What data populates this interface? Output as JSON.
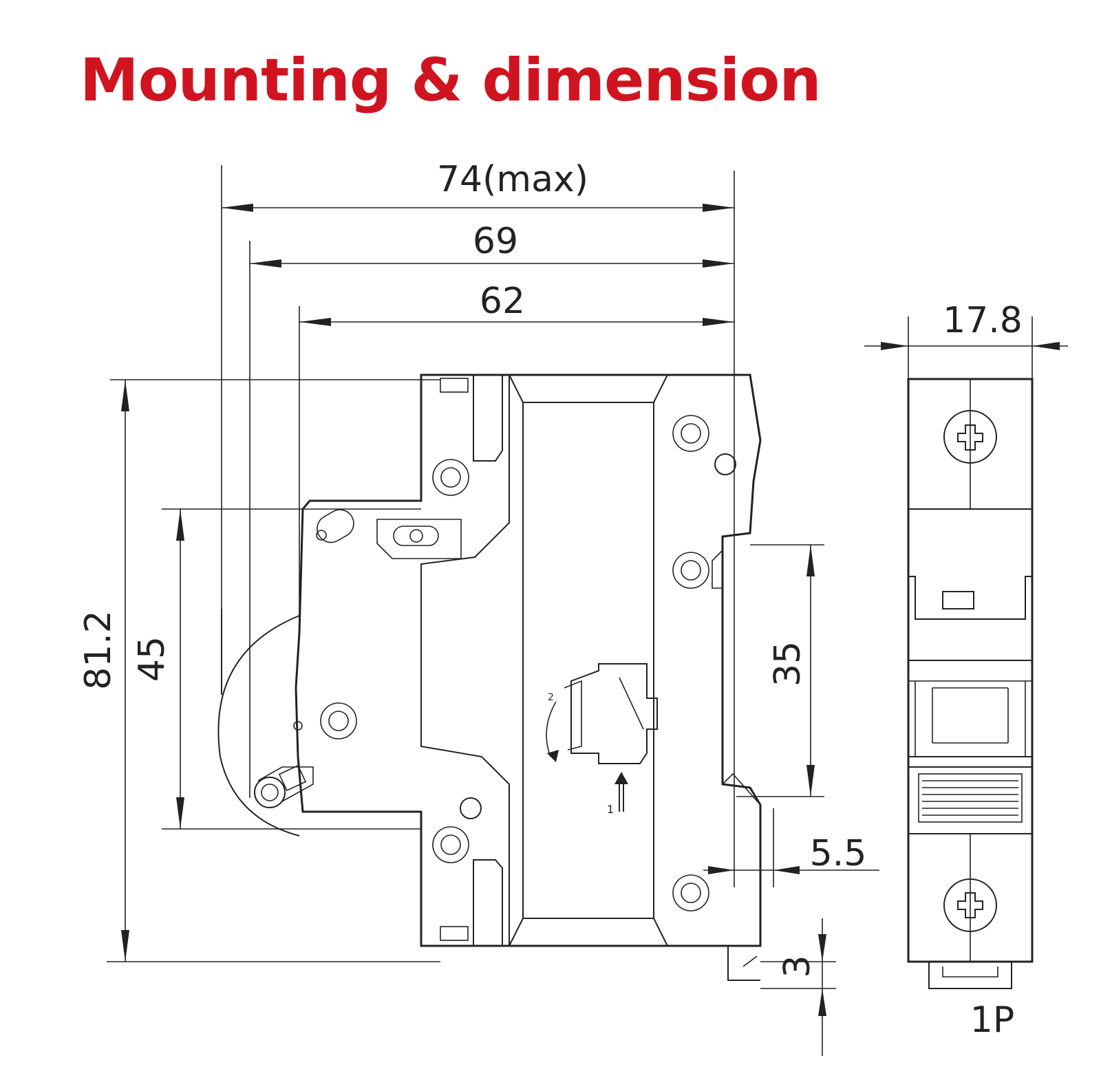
{
  "title": "Mounting & dimension",
  "colors": {
    "title": "#d0141f",
    "line": "#222222",
    "background": "#ffffff"
  },
  "dimensions": {
    "overall_width_max": "74(max)",
    "width_69": "69",
    "width_62": "62",
    "module_width": "17.8",
    "total_height": "81.2",
    "front_height": "45",
    "din_rail_height": "35",
    "rail_depth": "5.5",
    "clip_offset": "3"
  },
  "pole_label": "1P",
  "icons": [
    "side-view-drawing",
    "front-view-drawing",
    "handle-arc",
    "screw-terminal-icon",
    "reset-arrow-icon",
    "push-up-arrow-icon"
  ]
}
